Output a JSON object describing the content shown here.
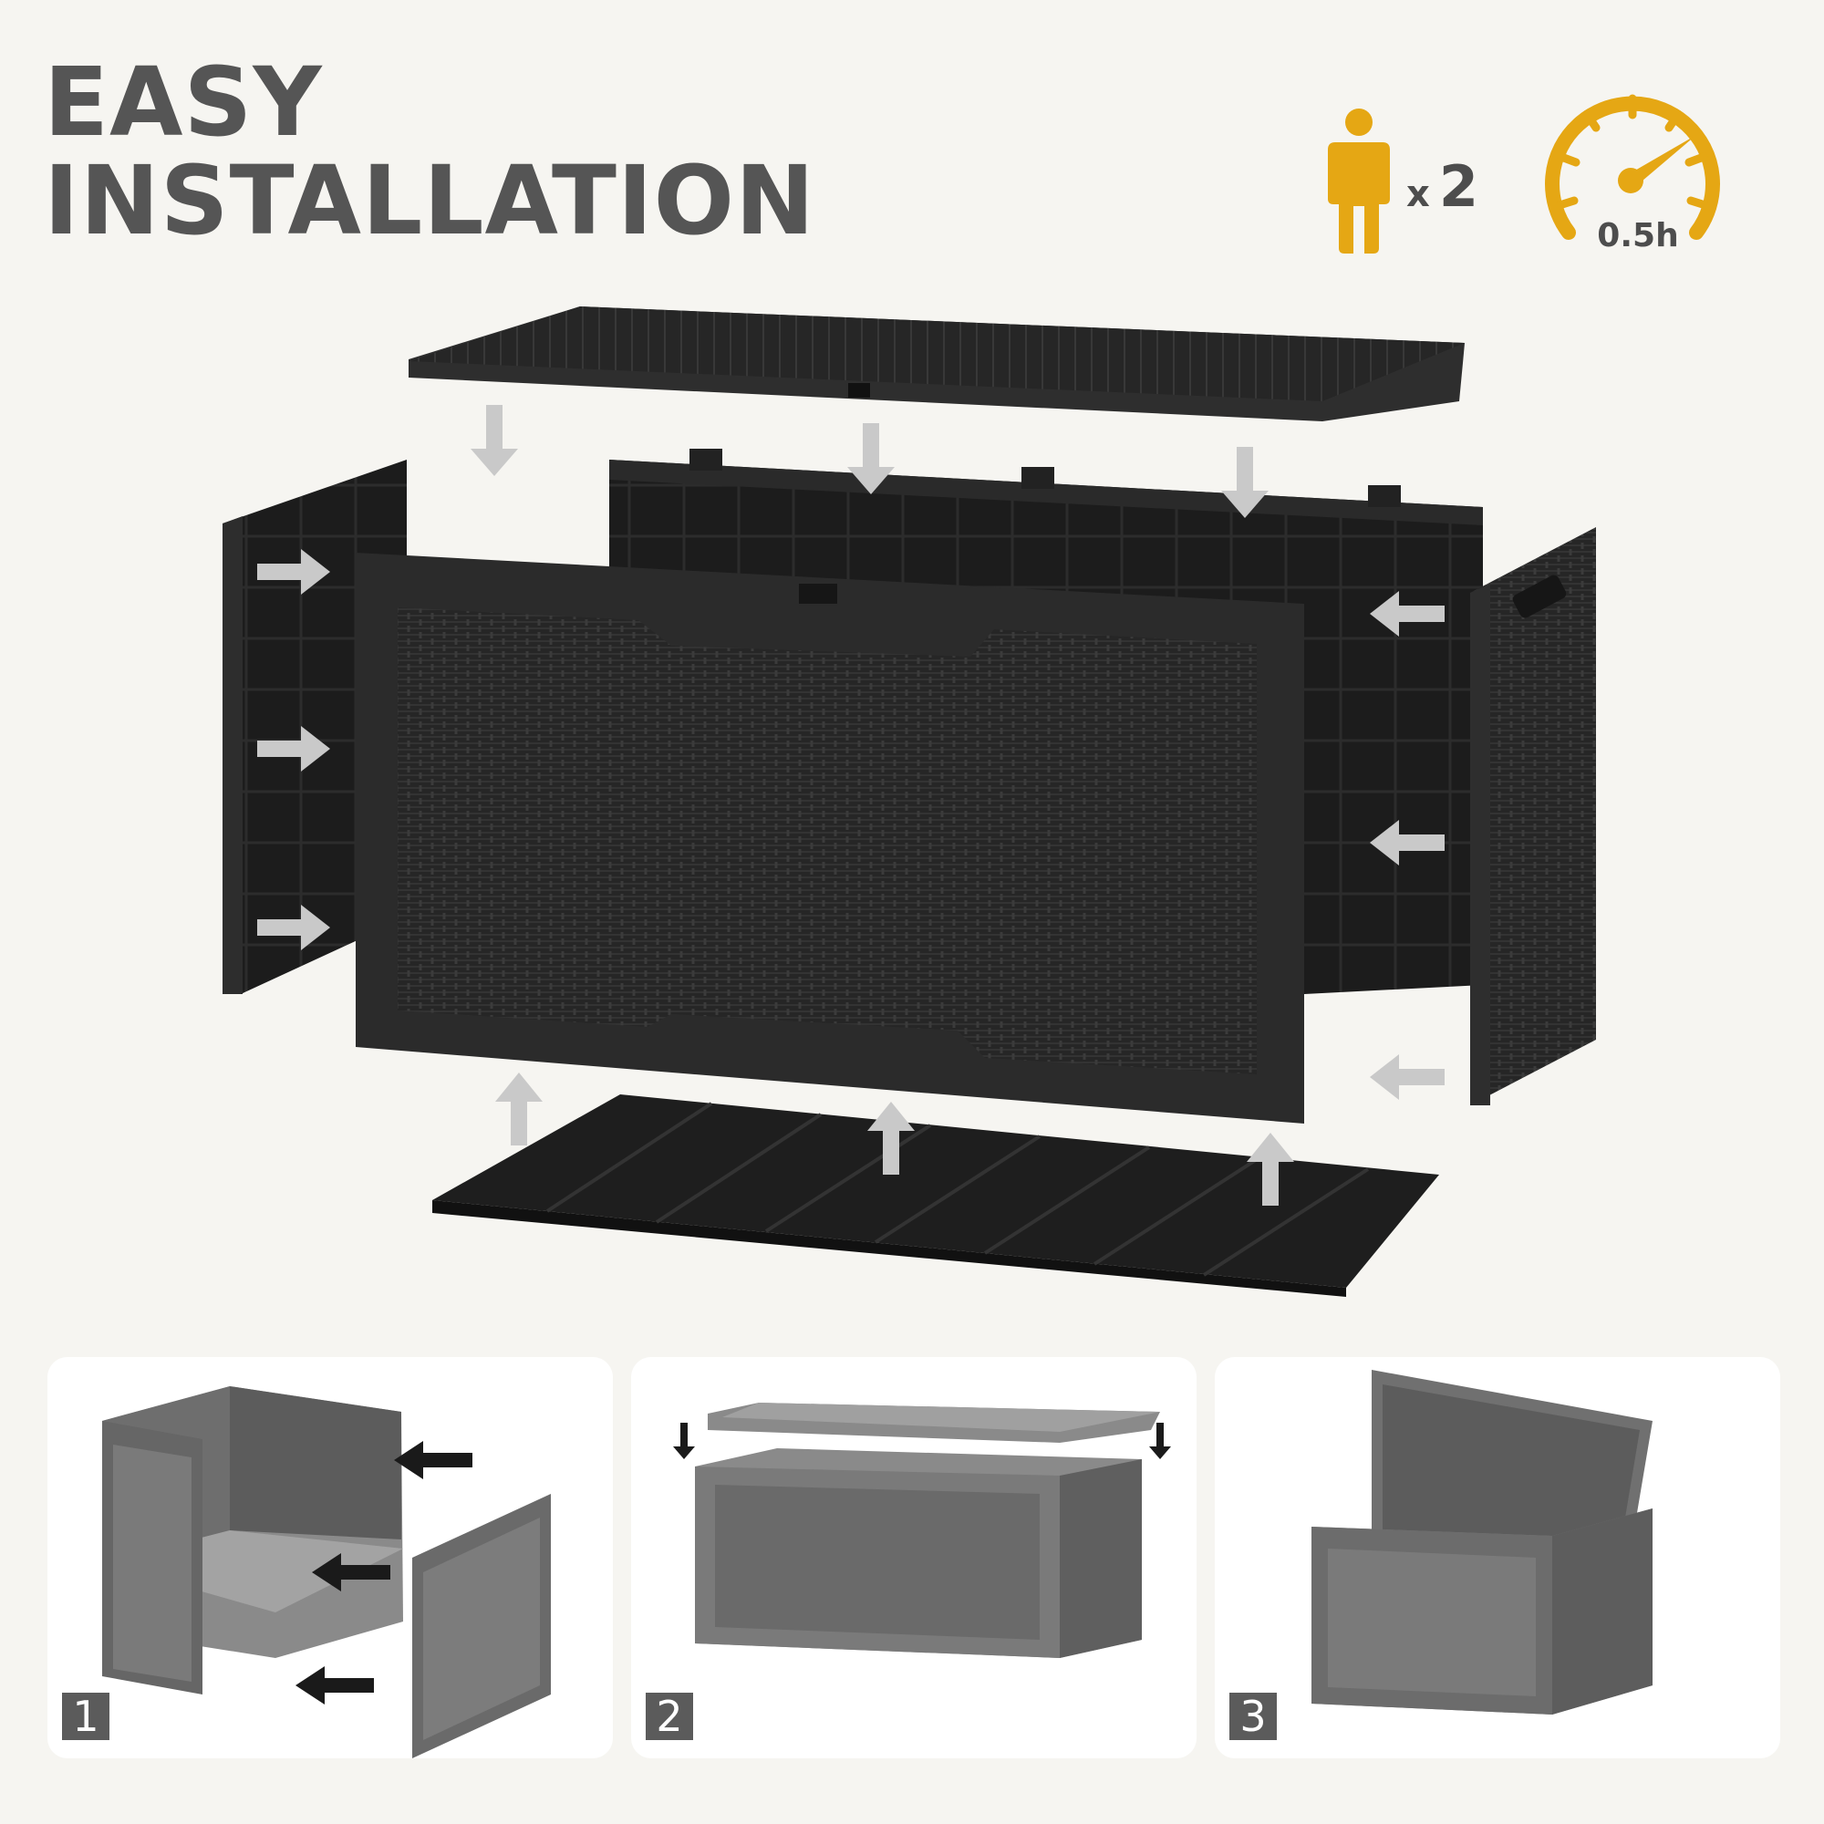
{
  "heading": {
    "line1": "EASY",
    "line2": "INSTALLATION"
  },
  "requirements": {
    "people_icon": "person-icon",
    "people_prefix": "x",
    "people_count": "2",
    "time_icon": "speedometer-icon",
    "time_label": "0.5h"
  },
  "steps": [
    {
      "number": "1"
    },
    {
      "number": "2"
    },
    {
      "number": "3"
    }
  ],
  "colors": {
    "accent": "#e5a714",
    "background": "#f6f5f1",
    "panel": "#1e1e1e",
    "badge": "#5b5b5b"
  }
}
